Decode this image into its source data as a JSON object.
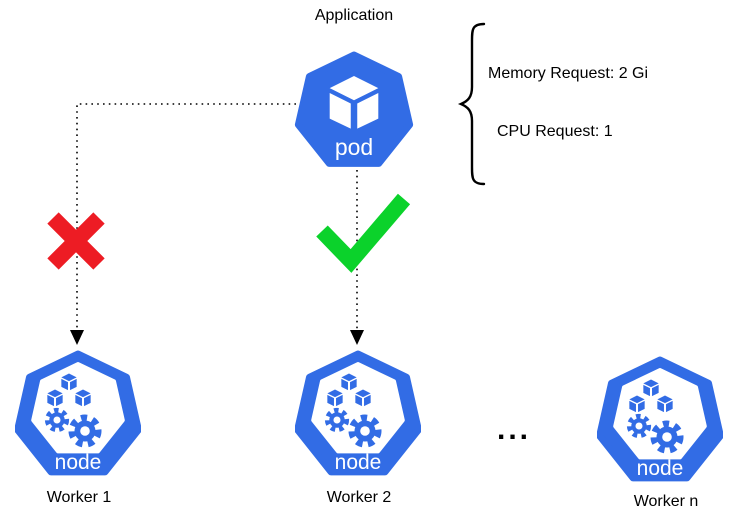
{
  "application": {
    "title": "Application",
    "pod_label": "pod"
  },
  "requests": {
    "memory": "Memory Request: 2 Gi",
    "cpu": "CPU Request: 1"
  },
  "workers": [
    {
      "label": "Worker 1",
      "node_label": "node",
      "mark": "x-mark"
    },
    {
      "label": "Worker 2",
      "node_label": "node",
      "mark": "check-mark"
    },
    {
      "label": "Worker n",
      "node_label": "node",
      "mark": "none"
    }
  ],
  "ellipsis": "...",
  "colors": {
    "kubernetes_blue": "#326CE5",
    "reject_red": "#ED1C24",
    "accept_green": "#0BD22B"
  }
}
